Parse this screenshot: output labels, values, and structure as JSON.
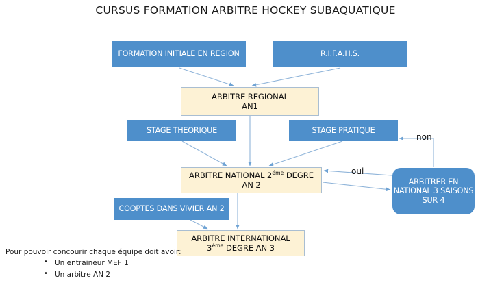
{
  "diagram": {
    "title": "CURSUS FORMATION ARBITRE HOCKEY SUBAQUATIQUE",
    "colors": {
      "blue_fill": "#4E8FCB",
      "cream_fill": "#FDF2D5",
      "cream_border": "#A9BED2",
      "connector": "#8FB4D9",
      "text_dark": "#111111",
      "text_light": "#FFFFFF"
    },
    "nodes": {
      "formation_initiale": {
        "label": "FORMATION INITIALE EN REGION",
        "style": "blue-rect"
      },
      "rifahs": {
        "label": "R.I.F.A.H.S.",
        "style": "blue-rect"
      },
      "arbitre_regional": {
        "line1": "ARBITRE REGIONAL",
        "line2": "AN1",
        "style": "cream-rect"
      },
      "stage_theorique": {
        "label": "STAGE THEORIQUE",
        "style": "blue-rect"
      },
      "stage_pratique": {
        "label": "STAGE PRATIQUE",
        "style": "blue-rect"
      },
      "arbitre_national": {
        "line1_a": "ARBITRE NATIONAL 2",
        "line1_sup": "éme",
        "line1_b": " DEGRE",
        "line2": "AN 2",
        "style": "cream-rect"
      },
      "arbitrer_national_3_saisons": {
        "line1": "ARBITRER EN",
        "line2": "NATIONAL 3 SAISONS",
        "line3": "SUR 4",
        "style": "blue-rounded"
      },
      "cooptes_vivier": {
        "label": "COOPTES DANS VIVIER AN 2",
        "style": "blue-rect"
      },
      "arbitre_international": {
        "line1": "ARBITRE INTERNATIONAL",
        "line2_a": "3",
        "line2_sup": "éme",
        "line2_b": " DEGRE   AN 3",
        "style": "cream-rect"
      }
    },
    "edge_labels": {
      "oui": "oui",
      "non": "non"
    },
    "footnote": {
      "intro": "Pour pouvoir concourir chaque équipe doit avoir:",
      "items": [
        "Un entraineur MEF 1",
        "Un arbitre AN 2"
      ]
    }
  }
}
